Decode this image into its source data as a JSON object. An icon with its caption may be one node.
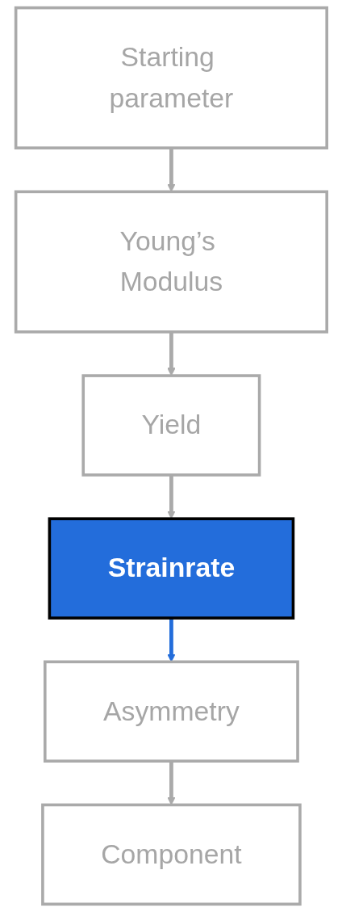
{
  "diagram": {
    "nodes": [
      {
        "text": [
          "Starting parameter"
        ]
      },
      {
        "text": [
          "Young’s Modulus"
        ]
      },
      {
        "text": [
          "Yield"
        ]
      },
      {
        "text": [
          "Strainrate"
        ]
      },
      {
        "text": [
          "Asymmetry"
        ]
      },
      {
        "text": [
          "Component"
        ]
      }
    ],
    "edges": [
      {
        "from": 0,
        "to": 1,
        "arrow": "to"
      },
      {
        "from": 1,
        "to": 2,
        "arrow": "to"
      },
      {
        "from": 2,
        "to": 3,
        "arrow": "to"
      },
      {
        "from": 3,
        "to": 4,
        "arrow": "to",
        "color": "#236ddb"
      },
      {
        "from": 4,
        "to": 5,
        "arrow": "to"
      }
    ]
  }
}
